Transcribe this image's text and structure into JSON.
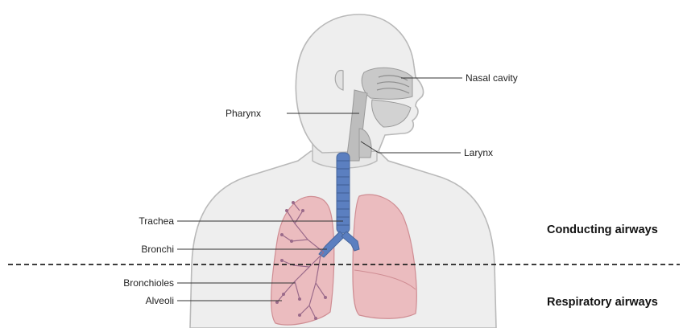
{
  "labels": {
    "nasal_cavity": "Nasal cavity",
    "pharynx": "Pharynx",
    "larynx": "Larynx",
    "trachea": "Trachea",
    "bronchi": "Bronchi",
    "bronchioles": "Bronchioles",
    "alveoli": "Alveoli"
  },
  "sections": {
    "upper": "Conducting airways",
    "lower": "Respiratory airways"
  },
  "colors": {
    "body_fill": "#eeeeee",
    "body_outline": "#b9b9b9",
    "airway_blue": "#5b7fc0",
    "lung_pink": "#e9a6ab",
    "divider": "#222222"
  }
}
